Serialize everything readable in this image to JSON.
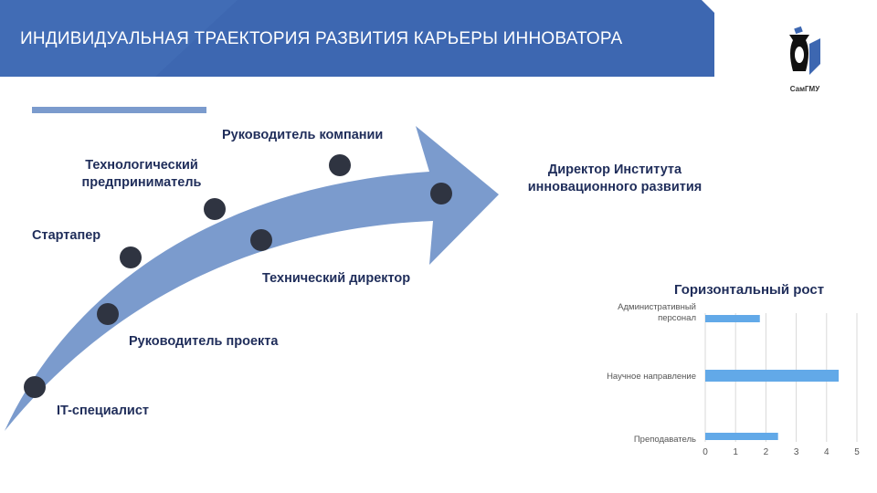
{
  "header": {
    "title": "ИНДИВИДУАЛЬНАЯ ТРАЕКТОРИЯ РАЗВИТИЯ КАРЬЕРЫ ИННОВАТОРА"
  },
  "logo": {
    "text": "СамГМУ"
  },
  "trajectory": {
    "steps": [
      {
        "label": "IT-специалист"
      },
      {
        "label": "Руководитель проекта"
      },
      {
        "label": "Стартапер"
      },
      {
        "label": "Технологический предприниматель"
      },
      {
        "label": "Технический директор"
      },
      {
        "label": "Руководитель компании"
      },
      {
        "label": "Директор Института инновационного развития"
      }
    ]
  },
  "colors": {
    "header": "#3d67b1",
    "arrow": "#7b9bcd",
    "dot": "#2f3441",
    "bar": "#62a9e8",
    "text": "#1f2d5a"
  },
  "chart_data": {
    "type": "bar",
    "orientation": "horizontal",
    "title": "Горизонтальный рост",
    "categories": [
      "Административный персонал",
      "Научное направление",
      "Преподаватель"
    ],
    "values": [
      1.8,
      4.4,
      2.4
    ],
    "xlim": [
      0,
      5
    ],
    "xticks": [
      "0",
      "1",
      "2",
      "3",
      "4",
      "5"
    ],
    "grid": true
  }
}
